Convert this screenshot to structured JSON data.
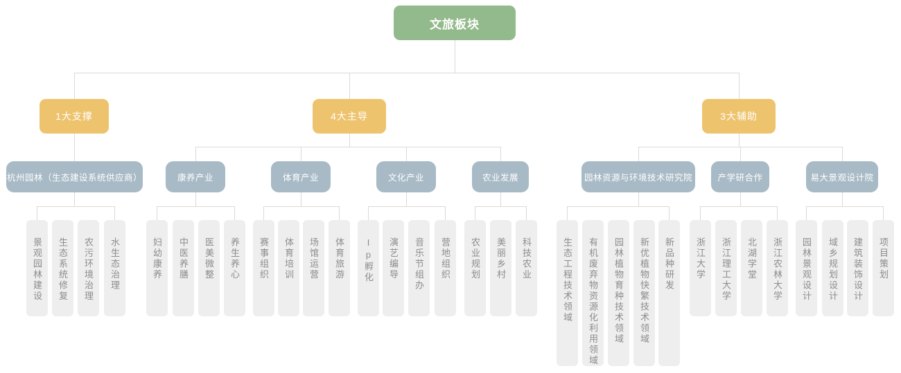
{
  "diagram": {
    "root": {
      "label": "文旅板块"
    },
    "branches": [
      {
        "label": "1大支撑",
        "groups": [
          {
            "label": "杭州园林（生态建设系统供应商）",
            "leaves": [
              "景观园林建设",
              "生态系统修复",
              "农污环境治理",
              "水生态治理"
            ]
          }
        ]
      },
      {
        "label": "4大主导",
        "groups": [
          {
            "label": "康养产业",
            "leaves": [
              "妇幼康养",
              "中医养膳",
              "医美微整",
              "养生养心"
            ]
          },
          {
            "label": "体育产业",
            "leaves": [
              "赛事组织",
              "体育培训",
              "场馆运营",
              "体育旅游"
            ]
          },
          {
            "label": "文化产业",
            "leaves": [
              "Ip孵化",
              "演艺编导",
              "音乐节组办",
              "营地组织"
            ]
          },
          {
            "label": "农业发展",
            "leaves": [
              "农业规划",
              "美丽乡村",
              "科技农业"
            ]
          }
        ]
      },
      {
        "label": "3大辅助",
        "groups": [
          {
            "label": "园林资源与环境技术研究院",
            "leaves": [
              "生态工程技术领域",
              "有机废弃物资源化利用领域",
              "园林植物育种技术领域",
              "新优植物快繁技术领域",
              "新品种研发"
            ]
          },
          {
            "label": "产学研合作",
            "leaves": [
              "浙江大学",
              "浙江理工大学",
              "北湖学堂",
              "浙江农林大学"
            ]
          },
          {
            "label": "易大景观设计院",
            "leaves": [
              "园林景观设计",
              "域乡规划设计",
              "建筑装饰设计",
              "项目策划"
            ]
          }
        ]
      }
    ],
    "colors": {
      "root_bg": "#93ba8c",
      "branch_bg": "#eec36e",
      "category_bg": "#a7bac6",
      "leaf_bg": "#eeeeee",
      "leaf_text": "#8c8c8c",
      "node_text": "#ffffff",
      "line": "#d9d9d9"
    }
  }
}
